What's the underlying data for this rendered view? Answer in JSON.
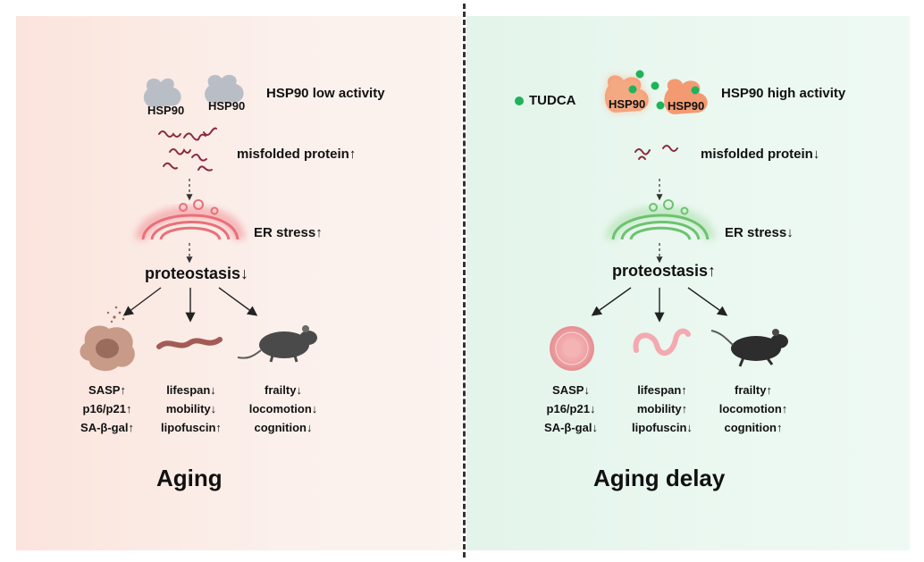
{
  "left": {
    "hsp90_label_a": "HSP90",
    "hsp90_label_b": "HSP90",
    "hsp90_activity": "HSP90 low activity",
    "misfolded": "misfolded protein↑",
    "er_stress": "ER stress↑",
    "proteostasis": "proteostasis↓",
    "cell_stats": [
      "SASP↑",
      "p16/p21↑",
      "SA-β-gal↑"
    ],
    "worm_stats": [
      "lifespan↓",
      "mobility↓",
      "lipofuscin↑"
    ],
    "mouse_stats": [
      "frailty↓",
      "locomotion↓",
      "cognition↓"
    ],
    "title": "Aging"
  },
  "right": {
    "tudca": "TUDCA",
    "hsp90_label_a": "HSP90",
    "hsp90_label_b": "HSP90",
    "hsp90_activity": "HSP90 high activity",
    "misfolded": "misfolded protein↓",
    "er_stress": "ER stress↓",
    "proteostasis": "proteostasis↑",
    "cell_stats": [
      "SASP↓",
      "p16/p21↓",
      "SA-β-gal↓"
    ],
    "worm_stats": [
      "lifespan↑",
      "mobility↑",
      "lipofuscin↓"
    ],
    "mouse_stats": [
      "frailty↑",
      "locomotion↑",
      "cognition↑"
    ],
    "title": "Aging delay"
  },
  "colors": {
    "left_bg": "#fbe4dc",
    "right_bg": "#e3f4ea",
    "hsp90_low": "#b9bec6",
    "hsp90_high": "#f4956a",
    "tudca": "#1fb35a",
    "protein": "#8a2a3a",
    "er_left": "#e8707a",
    "er_right": "#6cc36e"
  }
}
